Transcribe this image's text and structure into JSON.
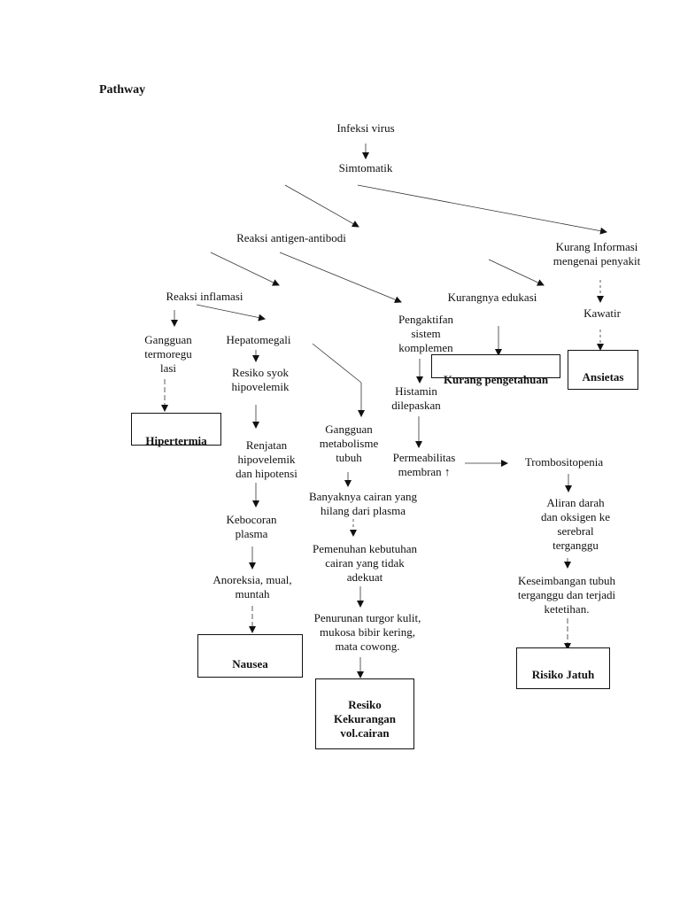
{
  "title": "Pathway",
  "nodes": {
    "infeksi": "Infeksi virus",
    "simtomatik": "Simtomatik",
    "reaksi_ag": "Reaksi antigen-antibodi",
    "kurang_info": "Kurang Informasi\nmengenai penyakit",
    "reaksi_inflamasi": "Reaksi inflamasi",
    "kurang_edukasi": "Kurangnya edukasi",
    "kawatir": "Kawatir",
    "gangguan_termo": "Gangguan\ntermoregu\nlasi",
    "hepatomegali": "Hepatomegali",
    "pengaktifan": "Pengaktifan\nsistem\nkomplemen",
    "resiko_syok": "Resiko syok\nhipovelemik",
    "histamin": "Histamin\ndilepaskan",
    "renjatan": "Renjatan\nhipovelemik\ndan hipotensi",
    "gangguan_metab": "Gangguan\nmetabolisme\ntubuh",
    "permeabilitas": "Permeabilitas\nmembran ↑",
    "trombositopenia": "Trombositopenia",
    "banyaknya": "Banyaknya cairan yang\nhilang dari plasma",
    "aliran": "Aliran darah\ndan oksigen ke\nserebral\nterganggu",
    "kebocoran": "Kebocoran\nplasma",
    "pemenuhan": "Pemenuhan kebutuhan\ncairan yang tidak\nadekuat",
    "anoreksia": "Anoreksia, mual,\nmuntah",
    "keseimbangan": "Keseimbangan tubuh\nterganggu dan terjadi\nketetihan.",
    "penurunan": "Penurunan turgor kulit,\nmukosa bibir kering,\nmata cowong."
  },
  "boxes": {
    "kurang_pengetahuan": "Kurang pengetahuan",
    "ansietas": "Ansietas",
    "hipertermia": "Hipertermia",
    "nausea": "Nausea",
    "resiko_kekurangan": "Resiko\nKekurangan\nvol.cairan",
    "risiko_jatuh": "Risiko Jatuh"
  }
}
